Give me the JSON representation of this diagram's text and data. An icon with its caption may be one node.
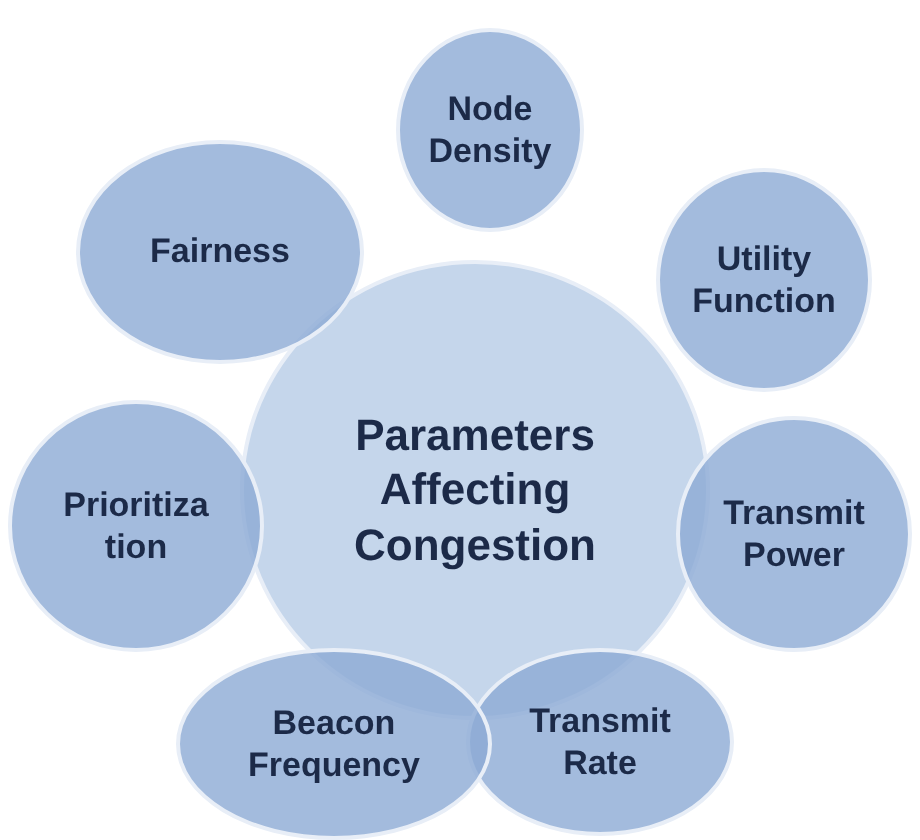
{
  "diagram": {
    "nodes": [
      {
        "text": [
          "Parameters Affecting Congestion"
        ]
      },
      {
        "text": [
          "Node Density"
        ]
      },
      {
        "text": [
          "Utility Function"
        ]
      },
      {
        "text": [
          "Transmit Power"
        ]
      },
      {
        "text": [
          "Transmit Rate"
        ]
      },
      {
        "text": [
          "Beacon Frequency"
        ]
      },
      {
        "text": [
          "Prioritiza tion"
        ]
      },
      {
        "text": [
          "Fairness"
        ]
      }
    ]
  }
}
